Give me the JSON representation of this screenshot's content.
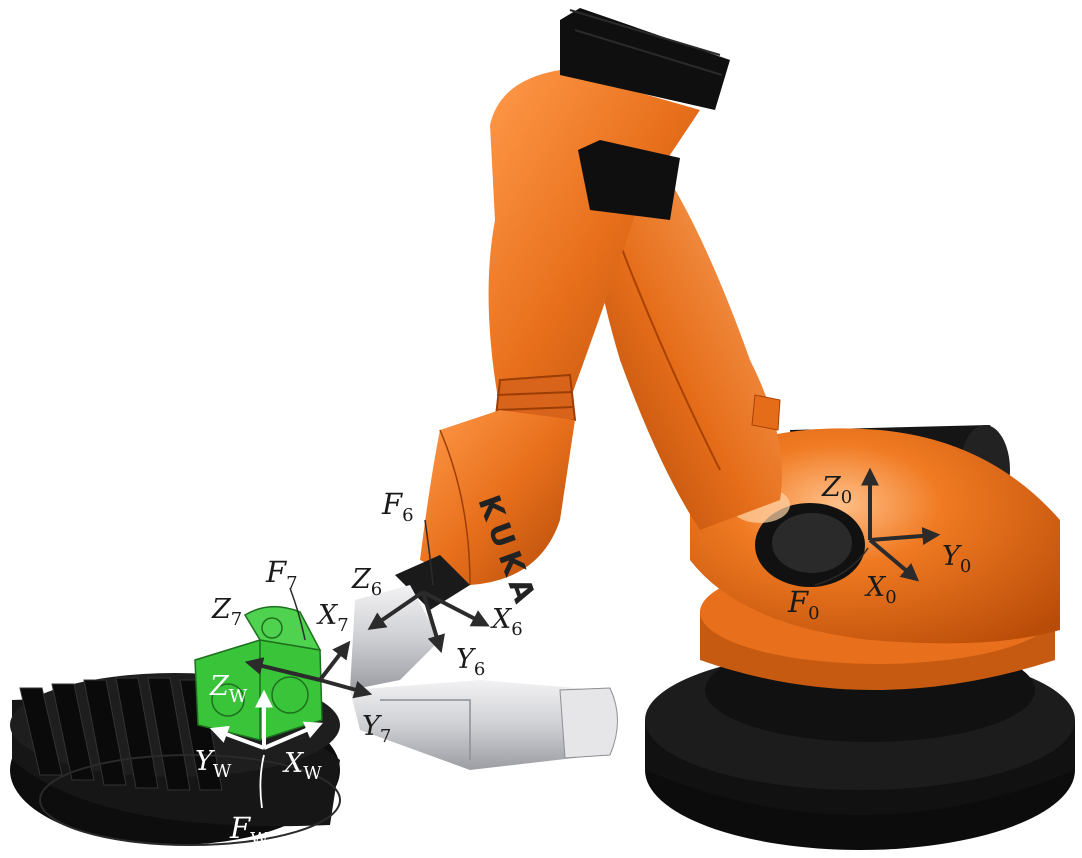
{
  "colors": {
    "robot": "#e8701c",
    "robot_dark": "#b84c08",
    "robot_light": "#ffa95c",
    "black_parts": "#111111",
    "tool_grey": "#cfd0d4",
    "workpiece": "#39c43a",
    "arrow_dark": "#2b2b2b",
    "arrow_light": "#ffffff"
  },
  "robot_logo": "KUKA",
  "frames": {
    "F0": {
      "letter": "F",
      "sub": "0"
    },
    "F6": {
      "letter": "F",
      "sub": "6"
    },
    "F7": {
      "letter": "F",
      "sub": "7"
    },
    "FW": {
      "letter": "F",
      "sub": "W"
    }
  },
  "axes": {
    "Z0": {
      "letter": "Z",
      "sub": "0"
    },
    "Y0": {
      "letter": "Y",
      "sub": "0"
    },
    "X0": {
      "letter": "X",
      "sub": "0"
    },
    "Z6": {
      "letter": "Z",
      "sub": "6"
    },
    "X6": {
      "letter": "X",
      "sub": "6"
    },
    "Y6": {
      "letter": "Y",
      "sub": "6"
    },
    "Z7": {
      "letter": "Z",
      "sub": "7"
    },
    "X7": {
      "letter": "X",
      "sub": "7"
    },
    "Y7": {
      "letter": "Y",
      "sub": "7"
    },
    "ZW": {
      "letter": "Z",
      "sub": "W"
    },
    "YW": {
      "letter": "Y",
      "sub": "W"
    },
    "XW": {
      "letter": "X",
      "sub": "W"
    }
  }
}
